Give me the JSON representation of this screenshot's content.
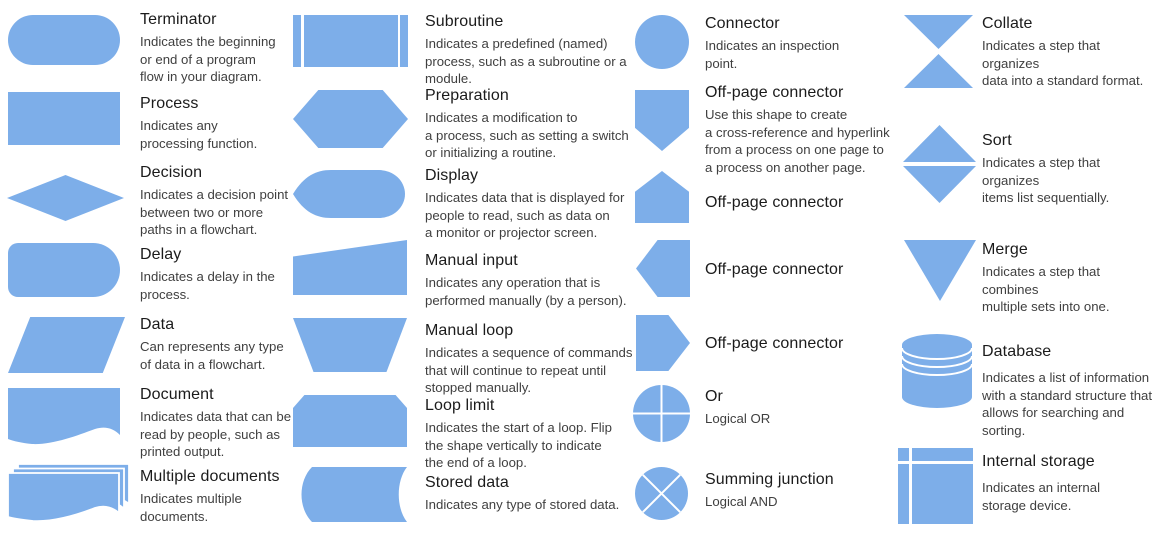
{
  "palette": {
    "shape_fill": "#7DAEE9",
    "title_color": "#1b1b1b",
    "desc_color": "#3f3f3f",
    "background": "#ffffff"
  },
  "columns": [
    {
      "items": [
        {
          "shape": "terminator",
          "title": "Terminator",
          "desc": "Indicates the beginning\nor end of a program\nflow in your diagram."
        },
        {
          "shape": "process",
          "title": "Process",
          "desc": "Indicates any\nprocessing function."
        },
        {
          "shape": "decision",
          "title": "Decision",
          "desc": "Indicates a decision point\nbetween two or more\npaths in a flowchart."
        },
        {
          "shape": "delay",
          "title": "Delay",
          "desc": "Indicates a delay in the\nprocess."
        },
        {
          "shape": "data",
          "title": "Data",
          "desc": "Can represents any type\nof data in a flowchart."
        },
        {
          "shape": "document",
          "title": "Document",
          "desc": "Indicates data that can be\nread by people, such as\nprinted output."
        },
        {
          "shape": "multiple-documents",
          "title": "Multiple documents",
          "desc": "Indicates multiple\ndocuments."
        }
      ]
    },
    {
      "items": [
        {
          "shape": "subroutine",
          "title": "Subroutine",
          "desc": "Indicates a predefined (named)\nprocess, such as a subroutine or a\nmodule."
        },
        {
          "shape": "preparation",
          "title": "Preparation",
          "desc": "Indicates a modification to\na process, such as setting a switch\nor initializing a routine."
        },
        {
          "shape": "display",
          "title": "Display",
          "desc": "Indicates data that is displayed for\npeople to read, such as data on\na monitor or projector screen."
        },
        {
          "shape": "manual-input",
          "title": "Manual input",
          "desc": "Indicates any operation that is\nperformed manually (by a person)."
        },
        {
          "shape": "manual-loop",
          "title": "Manual loop",
          "desc": "Indicates a sequence of commands\nthat will continue to repeat until\nstopped manually."
        },
        {
          "shape": "loop-limit",
          "title": "Loop limit",
          "desc": "Indicates the start of a loop. Flip\nthe shape vertically to indicate\nthe end of a loop."
        },
        {
          "shape": "stored-data",
          "title": "Stored data",
          "desc": "Indicates any type of stored data."
        }
      ]
    },
    {
      "items": [
        {
          "shape": "connector",
          "title": "Connector",
          "desc": "Indicates an inspection\npoint."
        },
        {
          "shape": "off-page-connector-down",
          "title": "Off-page connector",
          "desc": "Use this shape to create\na cross-reference and hyperlink\nfrom a process on one page to\na process on another page."
        },
        {
          "shape": "off-page-connector-up",
          "title": "Off-page connector",
          "desc": ""
        },
        {
          "shape": "off-page-connector-left",
          "title": "Off-page connector",
          "desc": ""
        },
        {
          "shape": "off-page-connector-right",
          "title": "Off-page connector",
          "desc": ""
        },
        {
          "shape": "or",
          "title": "Or",
          "desc": "Logical OR"
        },
        {
          "shape": "summing-junction",
          "title": "Summing junction",
          "desc": "Logical AND"
        }
      ]
    },
    {
      "items": [
        {
          "shape": "collate",
          "title": "Collate",
          "desc": "Indicates a step that organizes\ndata into a standard format."
        },
        {
          "shape": "sort",
          "title": "Sort",
          "desc": "Indicates a step that organizes\nitems list sequentially."
        },
        {
          "shape": "merge",
          "title": "Merge",
          "desc": "Indicates a step that combines\nmultiple sets into one."
        },
        {
          "shape": "database",
          "title": "Database",
          "desc": "Indicates a list of information\nwith a standard structure that\nallows for searching and\nsorting."
        },
        {
          "shape": "internal-storage",
          "title": "Internal storage",
          "desc": "Indicates an internal\nstorage device."
        }
      ]
    }
  ]
}
